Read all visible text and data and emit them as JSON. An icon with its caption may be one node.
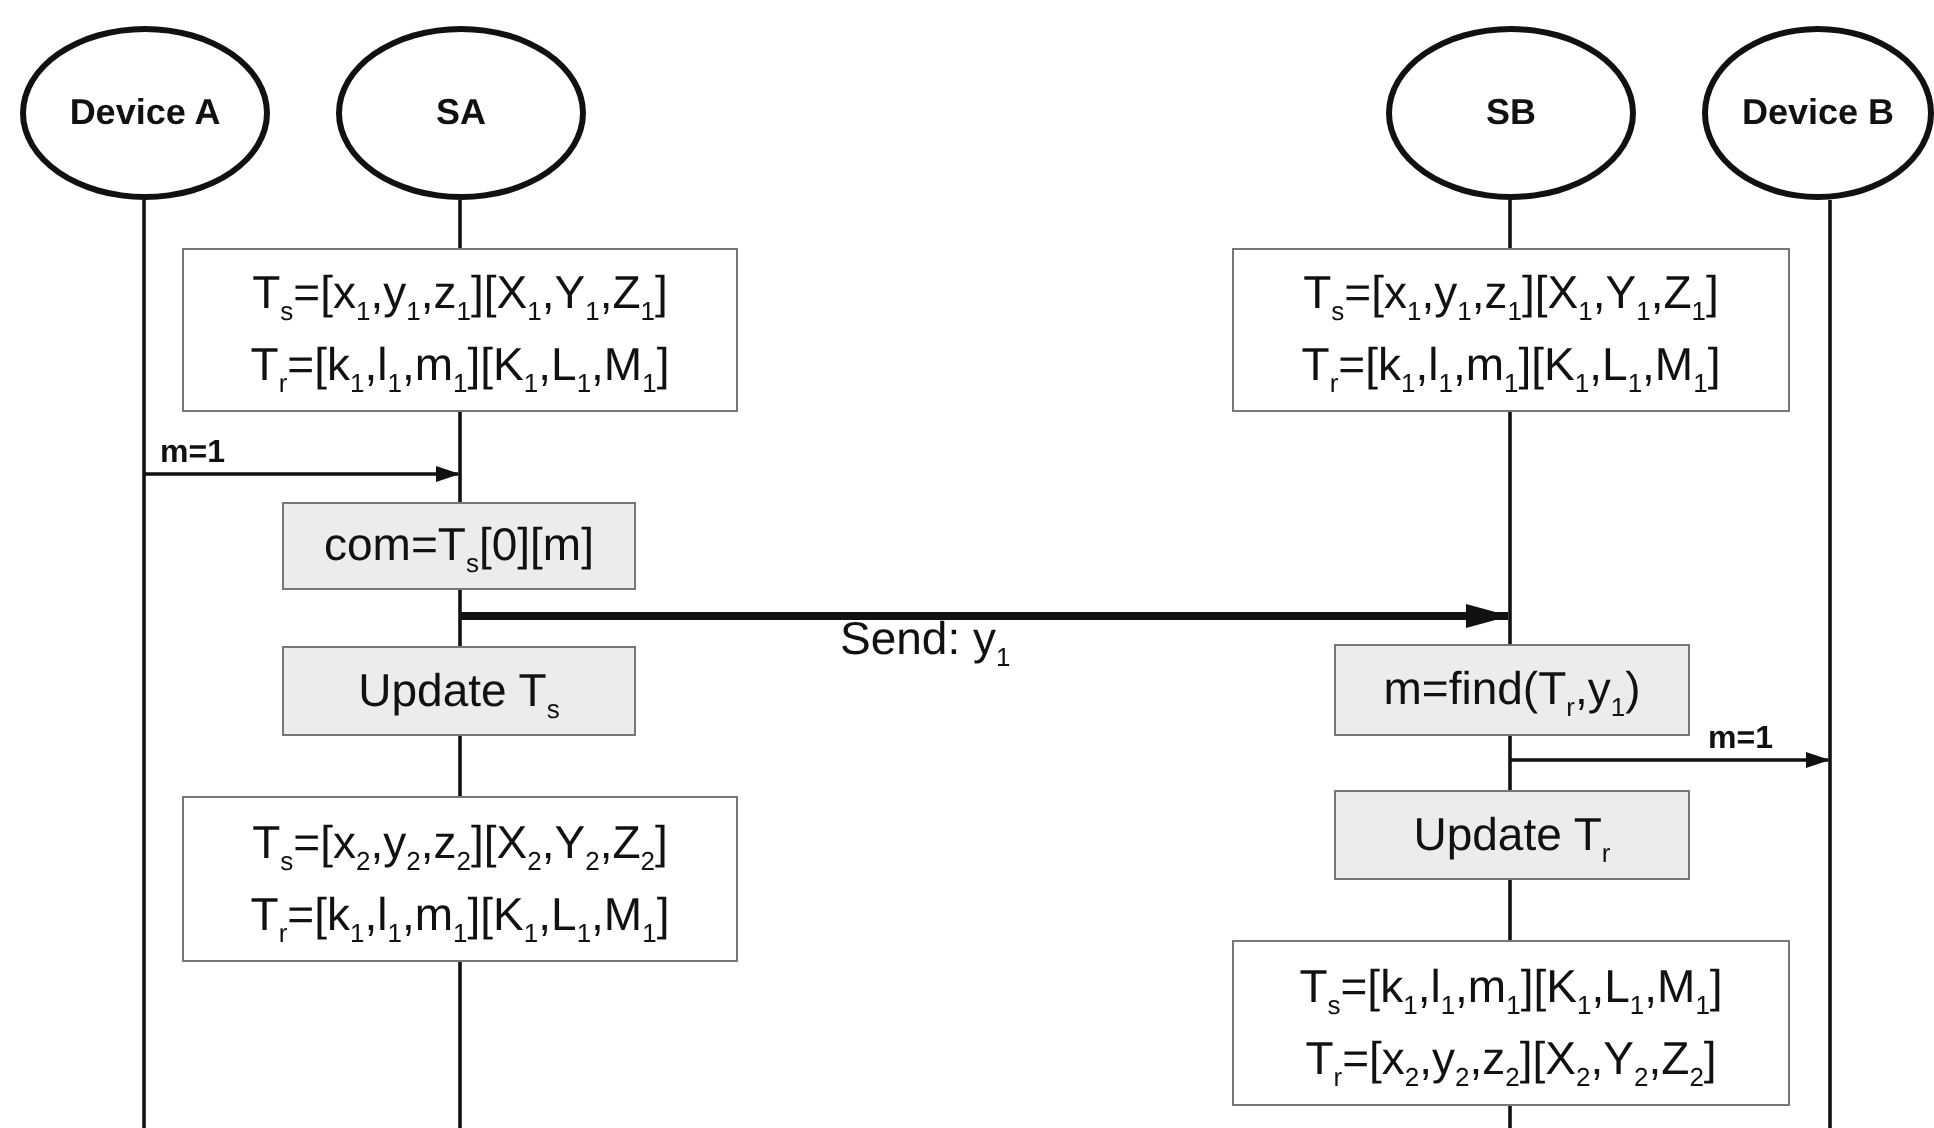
{
  "diagram": {
    "nodes": [
      {
        "text": [
          "Device A"
        ]
      },
      {
        "text": [
          "SA"
        ]
      },
      {
        "text": [
          "SB"
        ]
      },
      {
        "text": [
          "Device B"
        ]
      },
      {
        "text": [
          "T$_{s}$=[x$_{1}$,y$_{1}$,z$_{1}$][X$_{1}$,Y$_{1}$,Z$_{1}$]",
          "T$_{r}$=[k$_{1}$,l$_{1}$,m$_{1}$][K$_{1}$,L$_{1}$,M$_{1}$]"
        ]
      },
      {
        "text": [
          "T$_{s}$=[x$_{1}$,y$_{1}$,z$_{1}$][X$_{1}$,Y$_{1}$,Z$_{1}$]",
          "T$_{r}$=[k$_{1}$,l$_{1}$,m$_{1}$][K$_{1}$,L$_{1}$,M$_{1}$]"
        ]
      },
      {
        "text": [
          "com=T$_{s}$[0][m]"
        ]
      },
      {
        "text": [
          "Update T$_{s}$"
        ]
      },
      {
        "text": [
          "T$_{s}$=[x$_{2}$,y$_{2}$,z$_{2}$][X$_{2}$,Y$_{2}$,Z$_{2}$]",
          "T$_{r}$=[k$_{1}$,l$_{1}$,m$_{1}$][K$_{1}$,L$_{1}$,M$_{1}$]"
        ]
      },
      {
        "text": [
          "m=find(T$_{r}$,y$_{1}$)"
        ]
      },
      {
        "text": [
          "Update T$_{r}$"
        ]
      },
      {
        "text": [
          "T$_{s}$=[k$_{1}$,l$_{1}$,m$_{1}$][K$_{1}$,L$_{1}$,M$_{1}$]",
          "T$_{r}$=[x$_{2}$,y$_{2}$,z$_{2}$][X$_{2}$,Y$_{2}$,Z$_{2}$]"
        ]
      }
    ],
    "edges": [
      {
        "from": 0,
        "to": null,
        "arrow": "none"
      },
      {
        "from": 1,
        "to": 4,
        "arrow": "none"
      },
      {
        "from": 4,
        "to": 6,
        "arrow": "none"
      },
      {
        "from": 6,
        "to": 7,
        "arrow": "none"
      },
      {
        "from": 7,
        "to": 8,
        "arrow": "none"
      },
      {
        "from": 8,
        "to": null,
        "arrow": "none"
      },
      {
        "from": 2,
        "to": 5,
        "arrow": "none"
      },
      {
        "from": 5,
        "to": 9,
        "arrow": "none"
      },
      {
        "from": 9,
        "to": 10,
        "arrow": "none"
      },
      {
        "from": 10,
        "to": 11,
        "arrow": "none"
      },
      {
        "from": 11,
        "to": null,
        "arrow": "none"
      },
      {
        "from": 3,
        "to": null,
        "arrow": "none"
      },
      {
        "from": null,
        "to": 6,
        "arrow": "to",
        "label": "m=1"
      },
      {
        "from": 6,
        "to": 9,
        "arrow": "to",
        "label": "Send: y$_{1}$",
        "style": "thick"
      },
      {
        "from": 9,
        "to": null,
        "arrow": "to",
        "label": "m=1"
      }
    ]
  }
}
